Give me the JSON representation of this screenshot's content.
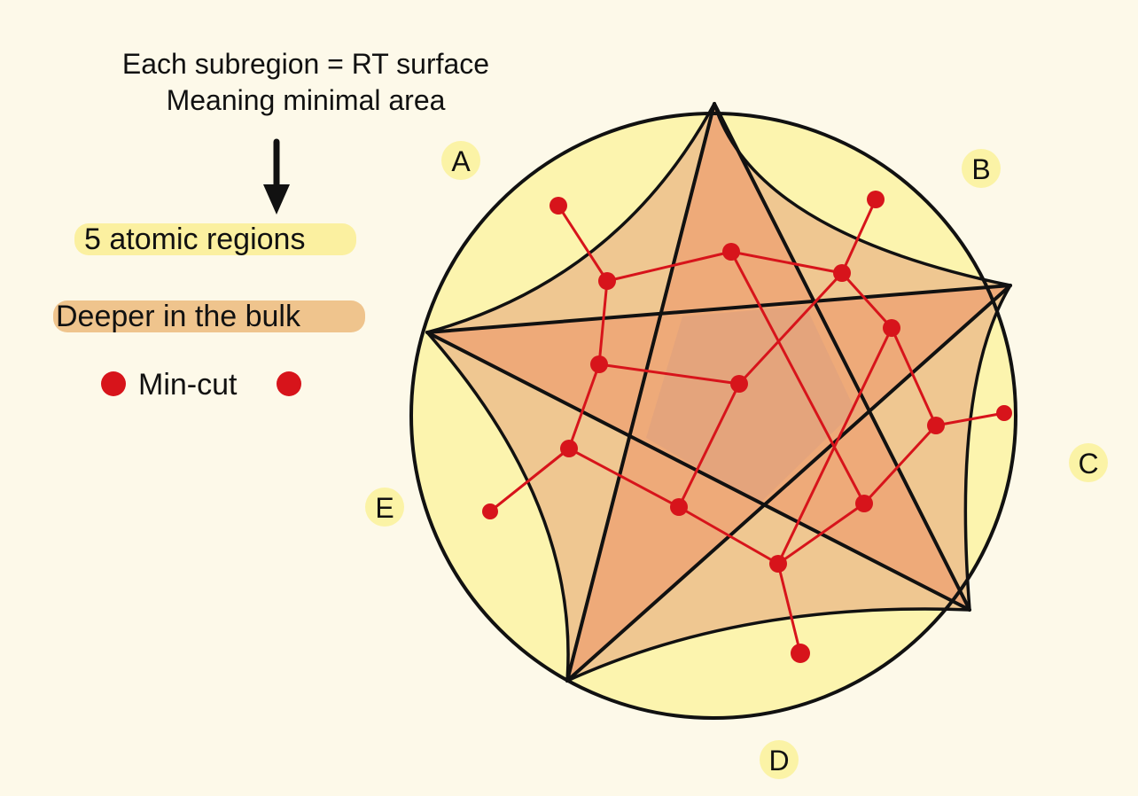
{
  "legend": {
    "line1": "Each subregion = RT surface",
    "line2": "Meaning minimal area",
    "atomic_regions": "5 atomic regions",
    "deeper_bulk": "Deeper in the bulk",
    "min_cut": "Min-cut",
    "atomic_highlight_color": "#fbf0a0",
    "deeper_highlight_color": "#efc48d",
    "min_cut_color": "#d7141b"
  },
  "boundary_labels": {
    "a": "A",
    "b": "B",
    "c": "C",
    "d": "D",
    "e": "E",
    "label_bubble_color": "#fbf3a6"
  },
  "colors": {
    "disk_fill": "#fcf4ae",
    "outer_region_fill": "#efc791",
    "inner_region_fill": "#eeaa79",
    "center_fill": "#e4a47c",
    "network_color": "#d7141b",
    "line_color": "#111111"
  }
}
